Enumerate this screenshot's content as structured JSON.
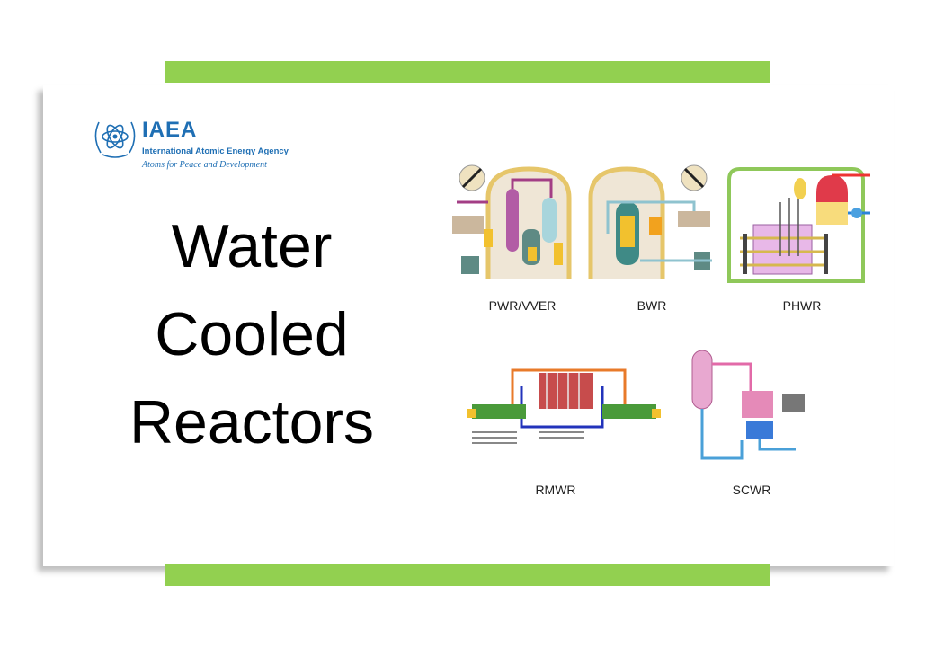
{
  "logo": {
    "name": "IAEA",
    "full_name": "International Atomic Energy Agency",
    "motto": "Atoms for Peace and Development"
  },
  "title": {
    "lines": [
      "Water",
      "Cooled",
      "Reactors"
    ]
  },
  "diagrams": [
    {
      "label": "PWR/VVER"
    },
    {
      "label": "BWR"
    },
    {
      "label": "PHWR"
    },
    {
      "label": "RMWR"
    },
    {
      "label": "SCWR"
    }
  ],
  "colors": {
    "accent": "#92d050",
    "brand": "#1f6fb4"
  }
}
